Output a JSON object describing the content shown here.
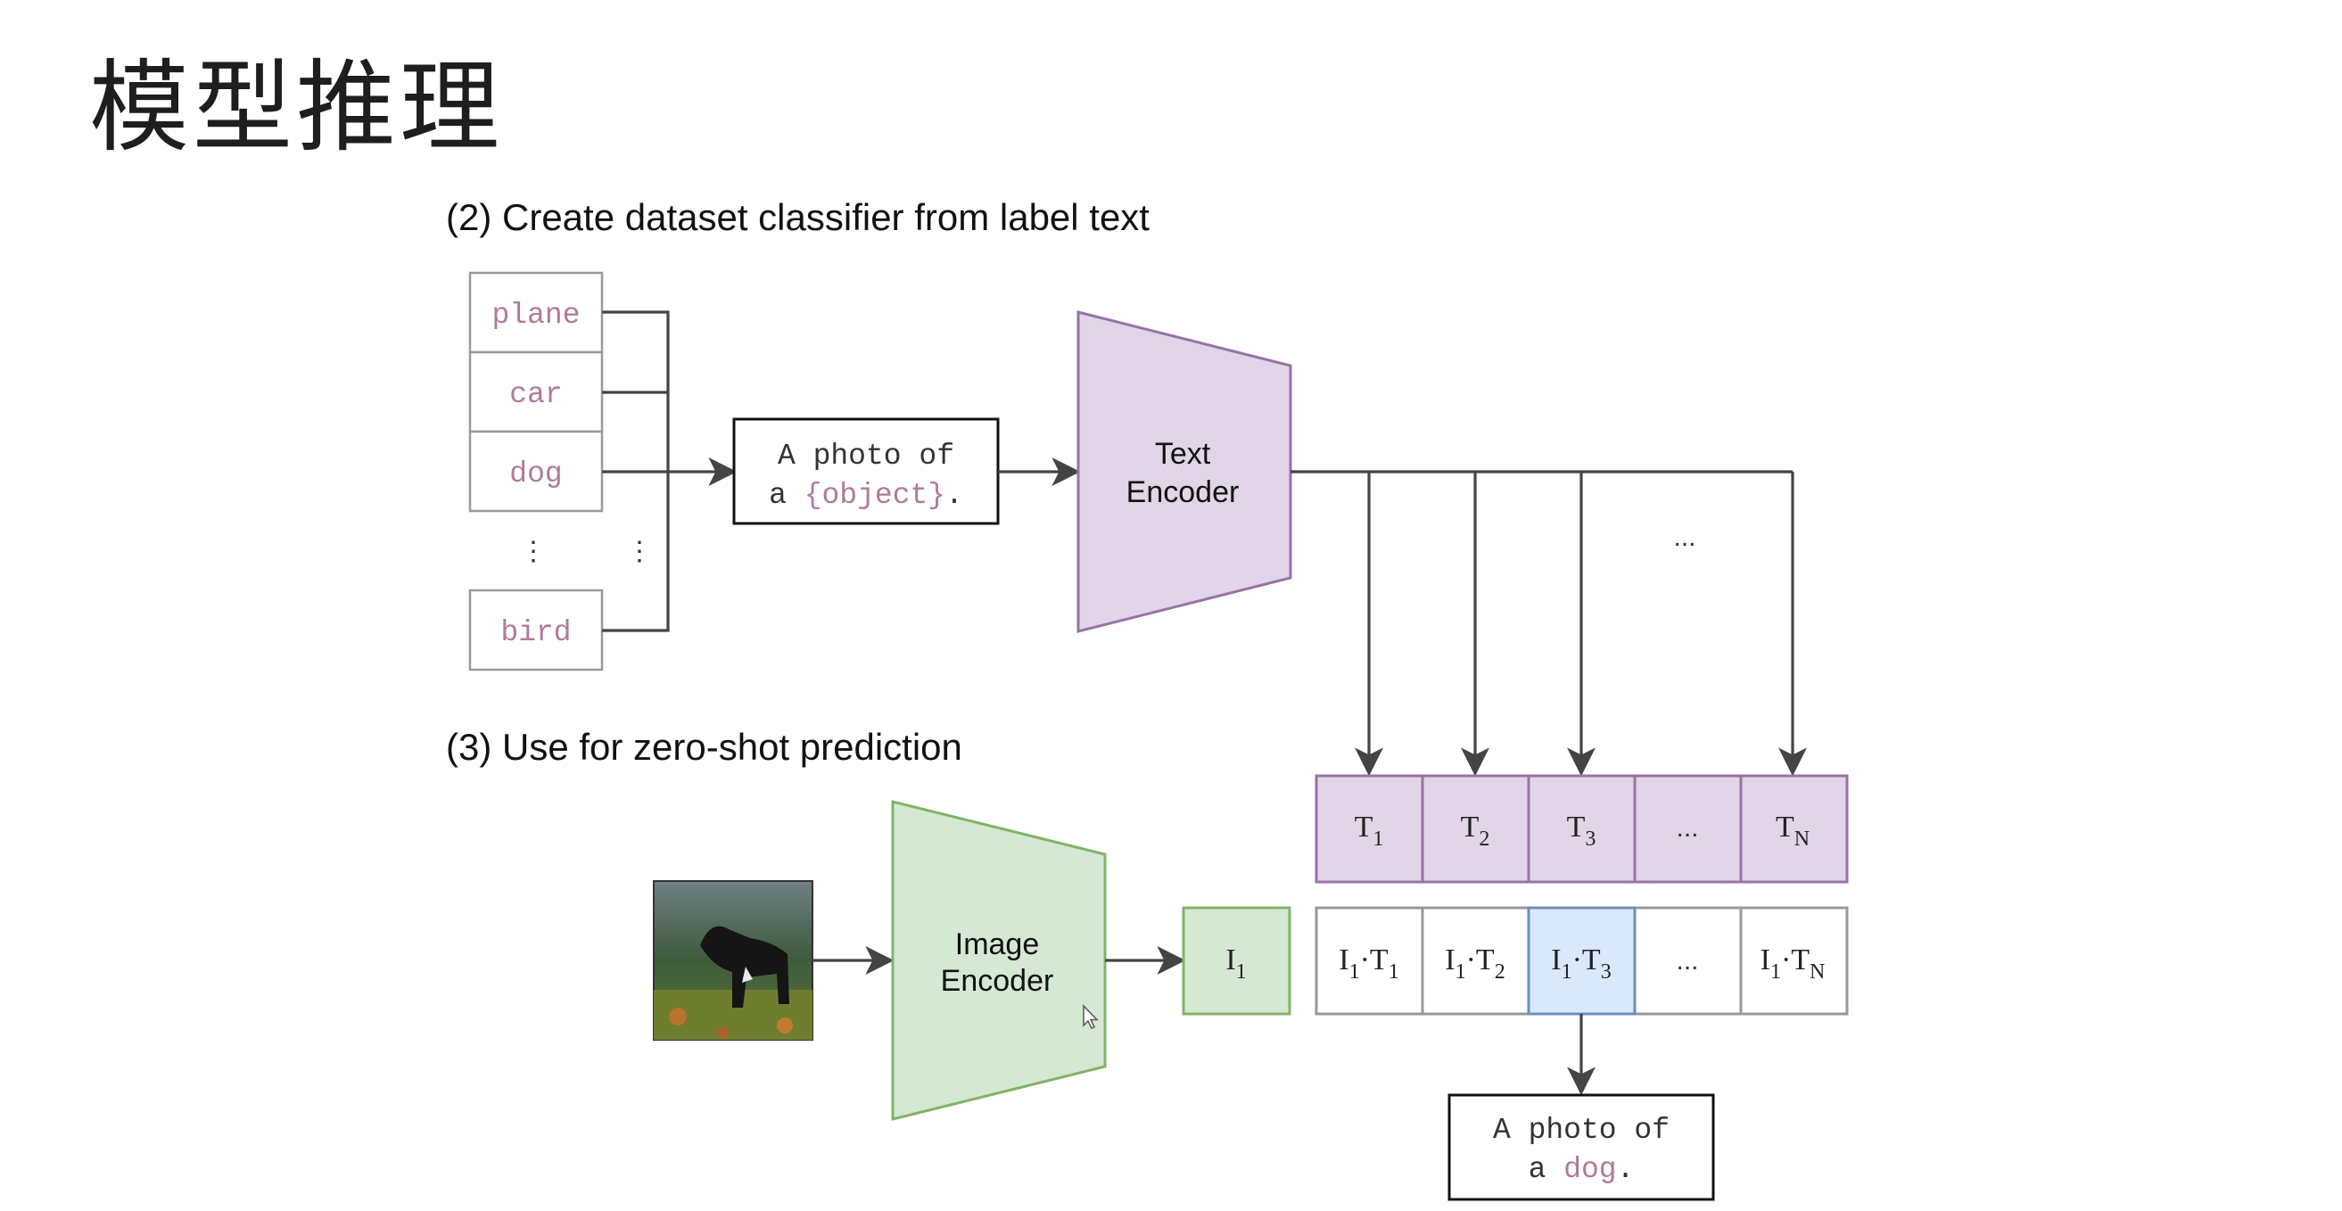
{
  "page_title": "模型推理",
  "section2": {
    "label": "(2) Create dataset classifier from label text"
  },
  "section3": {
    "label": "(3) Use for zero-shot prediction"
  },
  "labels": [
    "plane",
    "car",
    "dog",
    "bird"
  ],
  "vertical_ellipsis": "⋮",
  "prompt_template": {
    "line1": "A photo of",
    "line2_prefix": "a ",
    "placeholder": "{object}",
    "line2_suffix": "."
  },
  "text_encoder": {
    "line1": "Text",
    "line2": "Encoder"
  },
  "image_encoder": {
    "line1": "Image",
    "line2": "Encoder"
  },
  "ellipsis": "...",
  "text_embeddings": [
    {
      "base": "T",
      "sub": "1"
    },
    {
      "base": "T",
      "sub": "2"
    },
    {
      "base": "T",
      "sub": "3"
    },
    {
      "base": "...",
      "sub": ""
    },
    {
      "base": "T",
      "sub": "N"
    }
  ],
  "image_embedding": {
    "base": "I",
    "sub": "1"
  },
  "similarities": [
    {
      "i": "1",
      "t": "1"
    },
    {
      "i": "1",
      "t": "2"
    },
    {
      "i": "1",
      "t": "3"
    },
    {
      "ellipsis": "..."
    },
    {
      "i": "1",
      "t": "N"
    }
  ],
  "highlighted_similarity_index": 2,
  "prediction": {
    "line1": "A photo of",
    "line2_prefix": "a ",
    "label": "dog",
    "line2_suffix": "."
  },
  "input_image": {
    "description_icon": "dog-photo"
  },
  "colors": {
    "text_encoder_fill": "#e1d5e7",
    "text_encoder_stroke": "#9673a6",
    "image_encoder_fill": "#d5e8d4",
    "image_encoder_stroke": "#82b366",
    "highlight_fill": "#dae8fc",
    "highlight_stroke": "#6c8ebf",
    "label_text": "#b07a9a"
  }
}
